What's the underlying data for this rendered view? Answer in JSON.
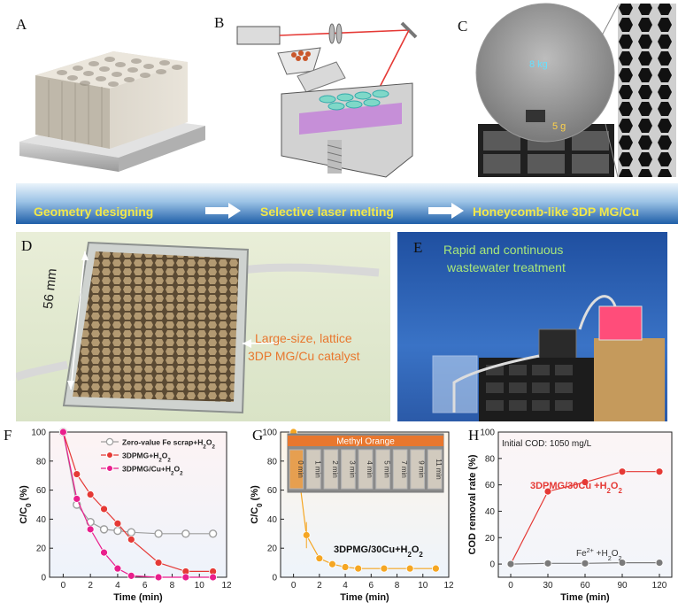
{
  "panels": {
    "A": {
      "label": "A"
    },
    "B": {
      "label": "B"
    },
    "C": {
      "label": "C",
      "load": "8 kg",
      "weight": "5 g"
    },
    "D": {
      "label": "D",
      "dimension": "56 mm",
      "callout_line1": "Large-size, lattice",
      "callout_line2": "3DP MG/Cu catalyst"
    },
    "E": {
      "label": "E",
      "title_line1": "Rapid and continuous",
      "title_line2": "wastewater treatment"
    },
    "F": {
      "label": "F"
    },
    "G": {
      "label": "G",
      "inset_title": "Methyl Orange"
    },
    "H": {
      "label": "H"
    }
  },
  "process_banner": {
    "steps": [
      "Geometry  designing",
      "Selective laser melting",
      "Honeycomb-like 3DP MG/Cu"
    ]
  },
  "colors": {
    "banner_text": "#f2e84a",
    "callout": "#e8772e",
    "red": "#e53935",
    "magenta": "#e91e8c",
    "grey": "#9e9e9e",
    "orange": "#f5a623"
  },
  "chart_data": [
    {
      "panel": "F",
      "type": "line",
      "xlabel": "Time (min)",
      "ylabel": "C/C0 (%)",
      "xlim": [
        -1,
        12
      ],
      "ylim": [
        0,
        100
      ],
      "xticks": [
        "0",
        "2",
        "4",
        "6",
        "8",
        "10",
        "12"
      ],
      "yticks": [
        "0",
        "20",
        "40",
        "60",
        "80",
        "100"
      ],
      "legend": "top-right",
      "series": [
        {
          "name": "Zero-value Fe scrap+H2O2",
          "color": "#9e9e9e",
          "marker": "open-circle",
          "x": [
            0,
            1,
            2,
            3,
            4,
            5,
            7,
            9,
            11
          ],
          "y": [
            100,
            50,
            38,
            33,
            32,
            31,
            30,
            30,
            30
          ]
        },
        {
          "name": "3DPMG+H2O2",
          "color": "#e53935",
          "marker": "circle",
          "x": [
            0,
            1,
            2,
            3,
            4,
            5,
            7,
            9,
            11
          ],
          "y": [
            100,
            71,
            57,
            47,
            37,
            26,
            10,
            4,
            4
          ]
        },
        {
          "name": "3DPMG/Cu+H2O2",
          "color": "#e91e8c",
          "marker": "circle",
          "x": [
            0,
            1,
            2,
            3,
            4,
            5,
            7,
            9,
            11
          ],
          "y": [
            100,
            54,
            33,
            17,
            6,
            1,
            0,
            0,
            0
          ]
        }
      ]
    },
    {
      "panel": "G",
      "type": "line",
      "xlabel": "Time (min)",
      "ylabel": "C/C0 (%)",
      "xlim": [
        -1,
        12
      ],
      "ylim": [
        0,
        100
      ],
      "xticks": [
        "0",
        "2",
        "4",
        "6",
        "8",
        "10",
        "12"
      ],
      "yticks": [
        "0",
        "20",
        "40",
        "60",
        "80",
        "100"
      ],
      "annotation": "3DPMG/30Cu+H2O2",
      "inset_vials": [
        "0 min",
        "1 min",
        "2 min",
        "3 min",
        "4 min",
        "5 min",
        "7 min",
        "9 min",
        "11 min"
      ],
      "series": [
        {
          "name": "3DPMG/30Cu+H2O2",
          "color": "#f5a623",
          "marker": "circle",
          "x": [
            0,
            1,
            2,
            3,
            4,
            5,
            7,
            9,
            11
          ],
          "y": [
            100,
            29,
            13,
            9,
            7,
            6,
            6,
            6,
            6
          ]
        }
      ]
    },
    {
      "panel": "H",
      "type": "line",
      "xlabel": "Time (min)",
      "ylabel": "COD removal rate (%)",
      "xlim": [
        -10,
        130
      ],
      "ylim": [
        -10,
        100
      ],
      "xticks": [
        "0",
        "30",
        "60",
        "90",
        "120"
      ],
      "yticks": [
        "0",
        "20",
        "40",
        "60",
        "80",
        "100"
      ],
      "note": "Initial COD: 1050 mg/L",
      "series": [
        {
          "name": "3DPMG/30Cu +H2O2",
          "color": "#e53935",
          "marker": "circle",
          "x": [
            0,
            30,
            60,
            90,
            120
          ],
          "y": [
            0,
            55,
            62,
            70,
            70
          ]
        },
        {
          "name": "Fe2+ +H2O2",
          "color": "#7a7a7a",
          "marker": "circle",
          "x": [
            0,
            30,
            60,
            90,
            120
          ],
          "y": [
            0,
            0.5,
            0.5,
            1,
            1
          ]
        }
      ]
    }
  ]
}
